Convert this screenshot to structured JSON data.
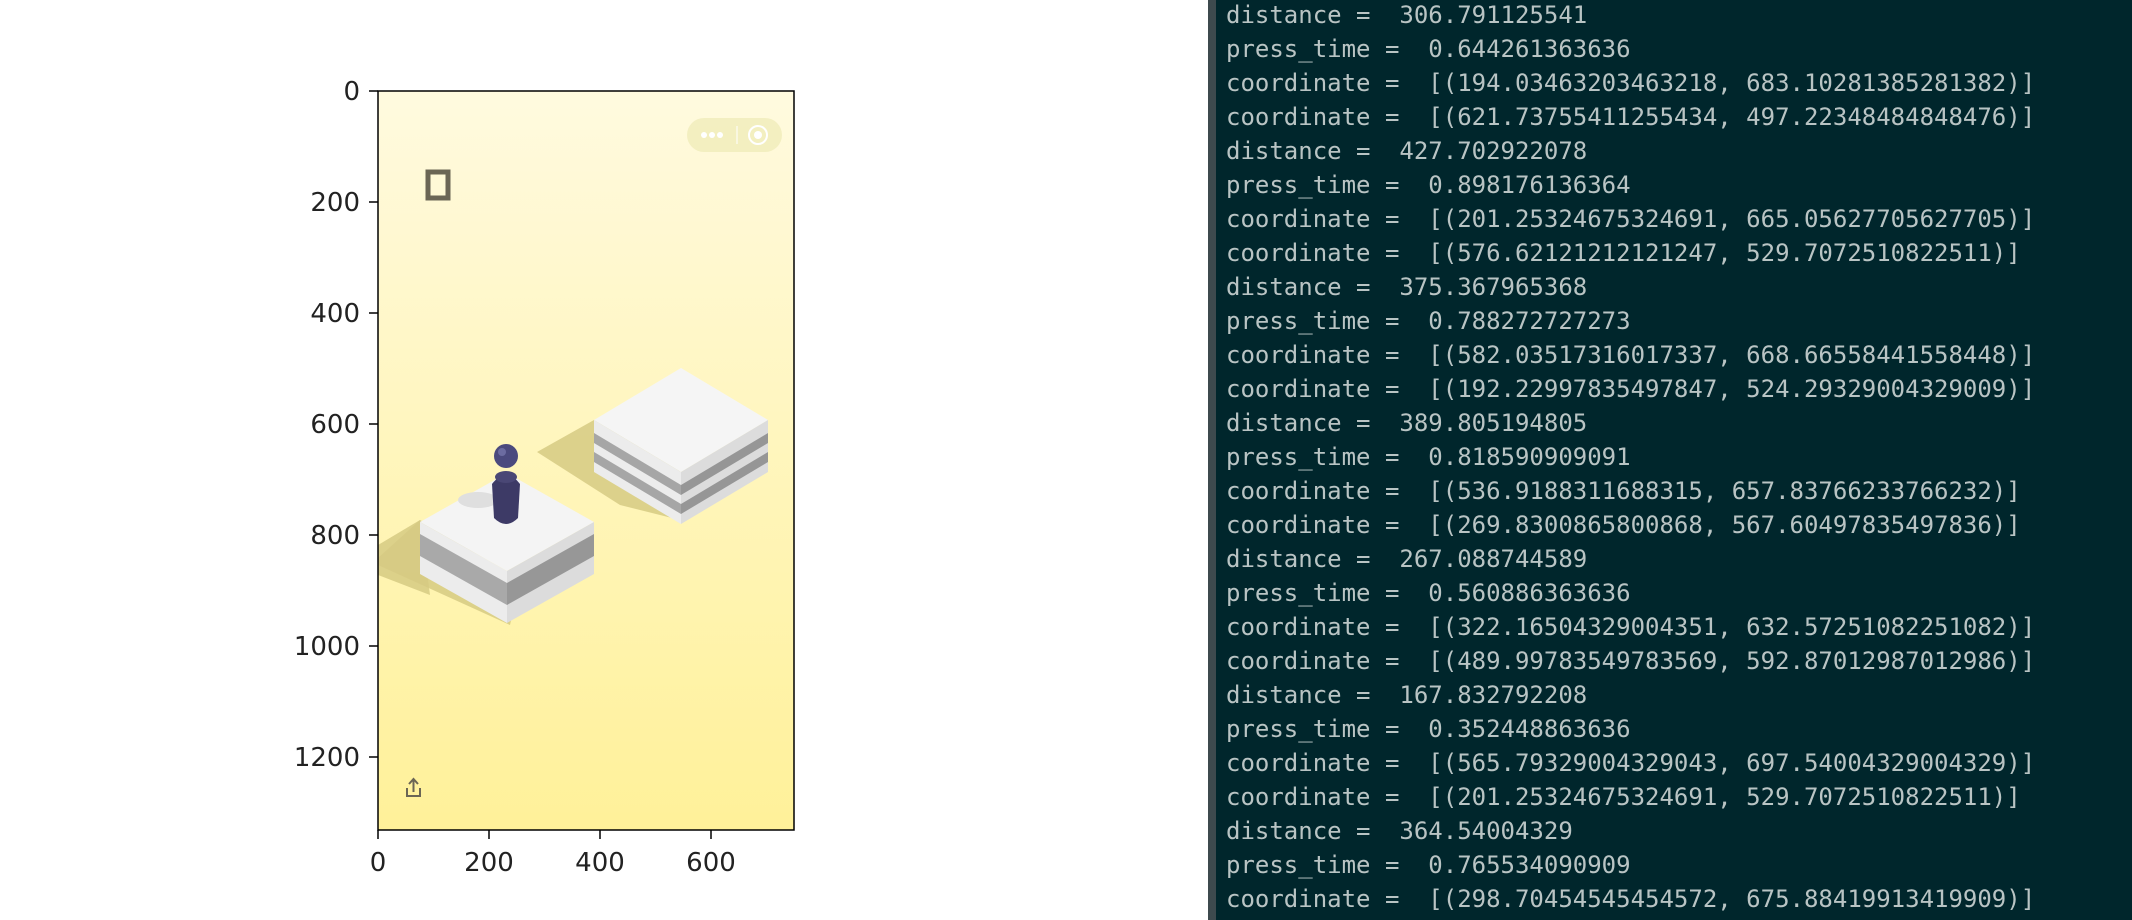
{
  "plot": {
    "x_ticks": [
      "0",
      "200",
      "400",
      "600"
    ],
    "y_ticks": [
      "0",
      "200",
      "400",
      "600",
      "800",
      "1000",
      "1200"
    ]
  },
  "game": {
    "menu_dots_icon": "more-dots-icon",
    "record_icon": "record-target-icon",
    "score_icon": "score-digit-zero",
    "share_icon": "share-icon",
    "colors": {
      "background_top": "#fff9d9",
      "background_bottom": "#fff09a",
      "block_top": "#f4f4f4",
      "block_stripe": "#a8a8a8",
      "player": "#3d3a66",
      "shadow": "#d9cc7f"
    }
  },
  "terminal": {
    "lines": [
      "distance =  306.791125541",
      "press_time =  0.644261363636",
      "coordinate =  [(194.03463203463218, 683.10281385281382)]",
      "coordinate =  [(621.73755411255434, 497.22348484848476)]",
      "distance =  427.702922078",
      "press_time =  0.898176136364",
      "coordinate =  [(201.25324675324691, 665.05627705627705)]",
      "coordinate =  [(576.62121212121247, 529.7072510822511)]",
      "distance =  375.367965368",
      "press_time =  0.788272727273",
      "coordinate =  [(582.03517316017337, 668.66558441558448)]",
      "coordinate =  [(192.22997835497847, 524.29329004329009)]",
      "distance =  389.805194805",
      "press_time =  0.818590909091",
      "coordinate =  [(536.9188311688315, 657.83766233766232)]",
      "coordinate =  [(269.8300865800868, 567.60497835497836)]",
      "distance =  267.088744589",
      "press_time =  0.560886363636",
      "coordinate =  [(322.16504329004351, 632.57251082251082)]",
      "coordinate =  [(489.99783549783569, 592.87012987012986)]",
      "distance =  167.832792208",
      "press_time =  0.352448863636",
      "coordinate =  [(565.79329004329043, 697.54004329004329)]",
      "coordinate =  [(201.25324675324691, 529.7072510822511)]",
      "distance =  364.54004329",
      "press_time =  0.765534090909",
      "coordinate =  [(298.70454545454572, 675.88419913419909)]"
    ]
  }
}
